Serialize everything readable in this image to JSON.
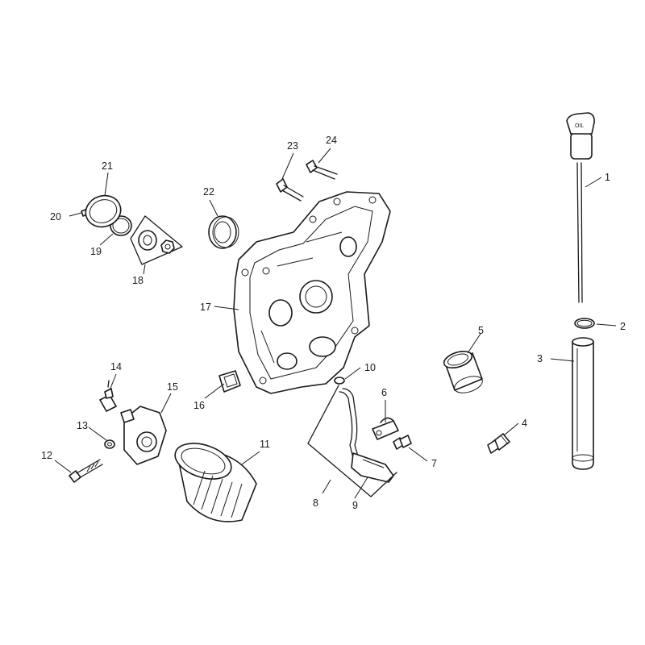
{
  "callouts": [
    {
      "id": "1",
      "part": "dipstick"
    },
    {
      "id": "2",
      "part": "o-ring"
    },
    {
      "id": "3",
      "part": "dipstick-tube"
    },
    {
      "id": "4",
      "part": "screw"
    },
    {
      "id": "5",
      "part": "bushing"
    },
    {
      "id": "6",
      "part": "clamp"
    },
    {
      "id": "7",
      "part": "screw"
    },
    {
      "id": "8",
      "part": "pickup-assembly-group"
    },
    {
      "id": "9",
      "part": "oil-pickup"
    },
    {
      "id": "10",
      "part": "o-ring"
    },
    {
      "id": "11",
      "part": "oil-filter"
    },
    {
      "id": "12",
      "part": "screw"
    },
    {
      "id": "13",
      "part": "washer"
    },
    {
      "id": "14",
      "part": "oil-pressure-switch"
    },
    {
      "id": "15",
      "part": "filter-adapter"
    },
    {
      "id": "16",
      "part": "gasket"
    },
    {
      "id": "17",
      "part": "closure-plate"
    },
    {
      "id": "18",
      "part": "bearing-kit"
    },
    {
      "id": "19",
      "part": "o-ring"
    },
    {
      "id": "20",
      "part": "screw"
    },
    {
      "id": "21",
      "part": "cover"
    },
    {
      "id": "22",
      "part": "oil-seal"
    },
    {
      "id": "23",
      "part": "screw"
    },
    {
      "id": "24",
      "part": "screw"
    }
  ],
  "dipstick_marking": "OIL"
}
